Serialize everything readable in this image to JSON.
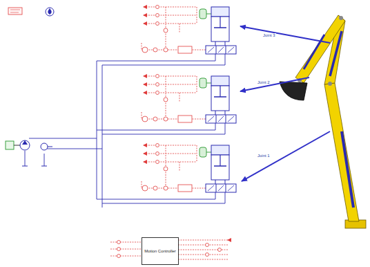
{
  "diagram": {
    "nodes": [
      {
        "text": [
          "Motion Controller"
        ]
      }
    ],
    "labels": [
      "Joint 3",
      "Joint 2",
      "Joint 1"
    ]
  }
}
